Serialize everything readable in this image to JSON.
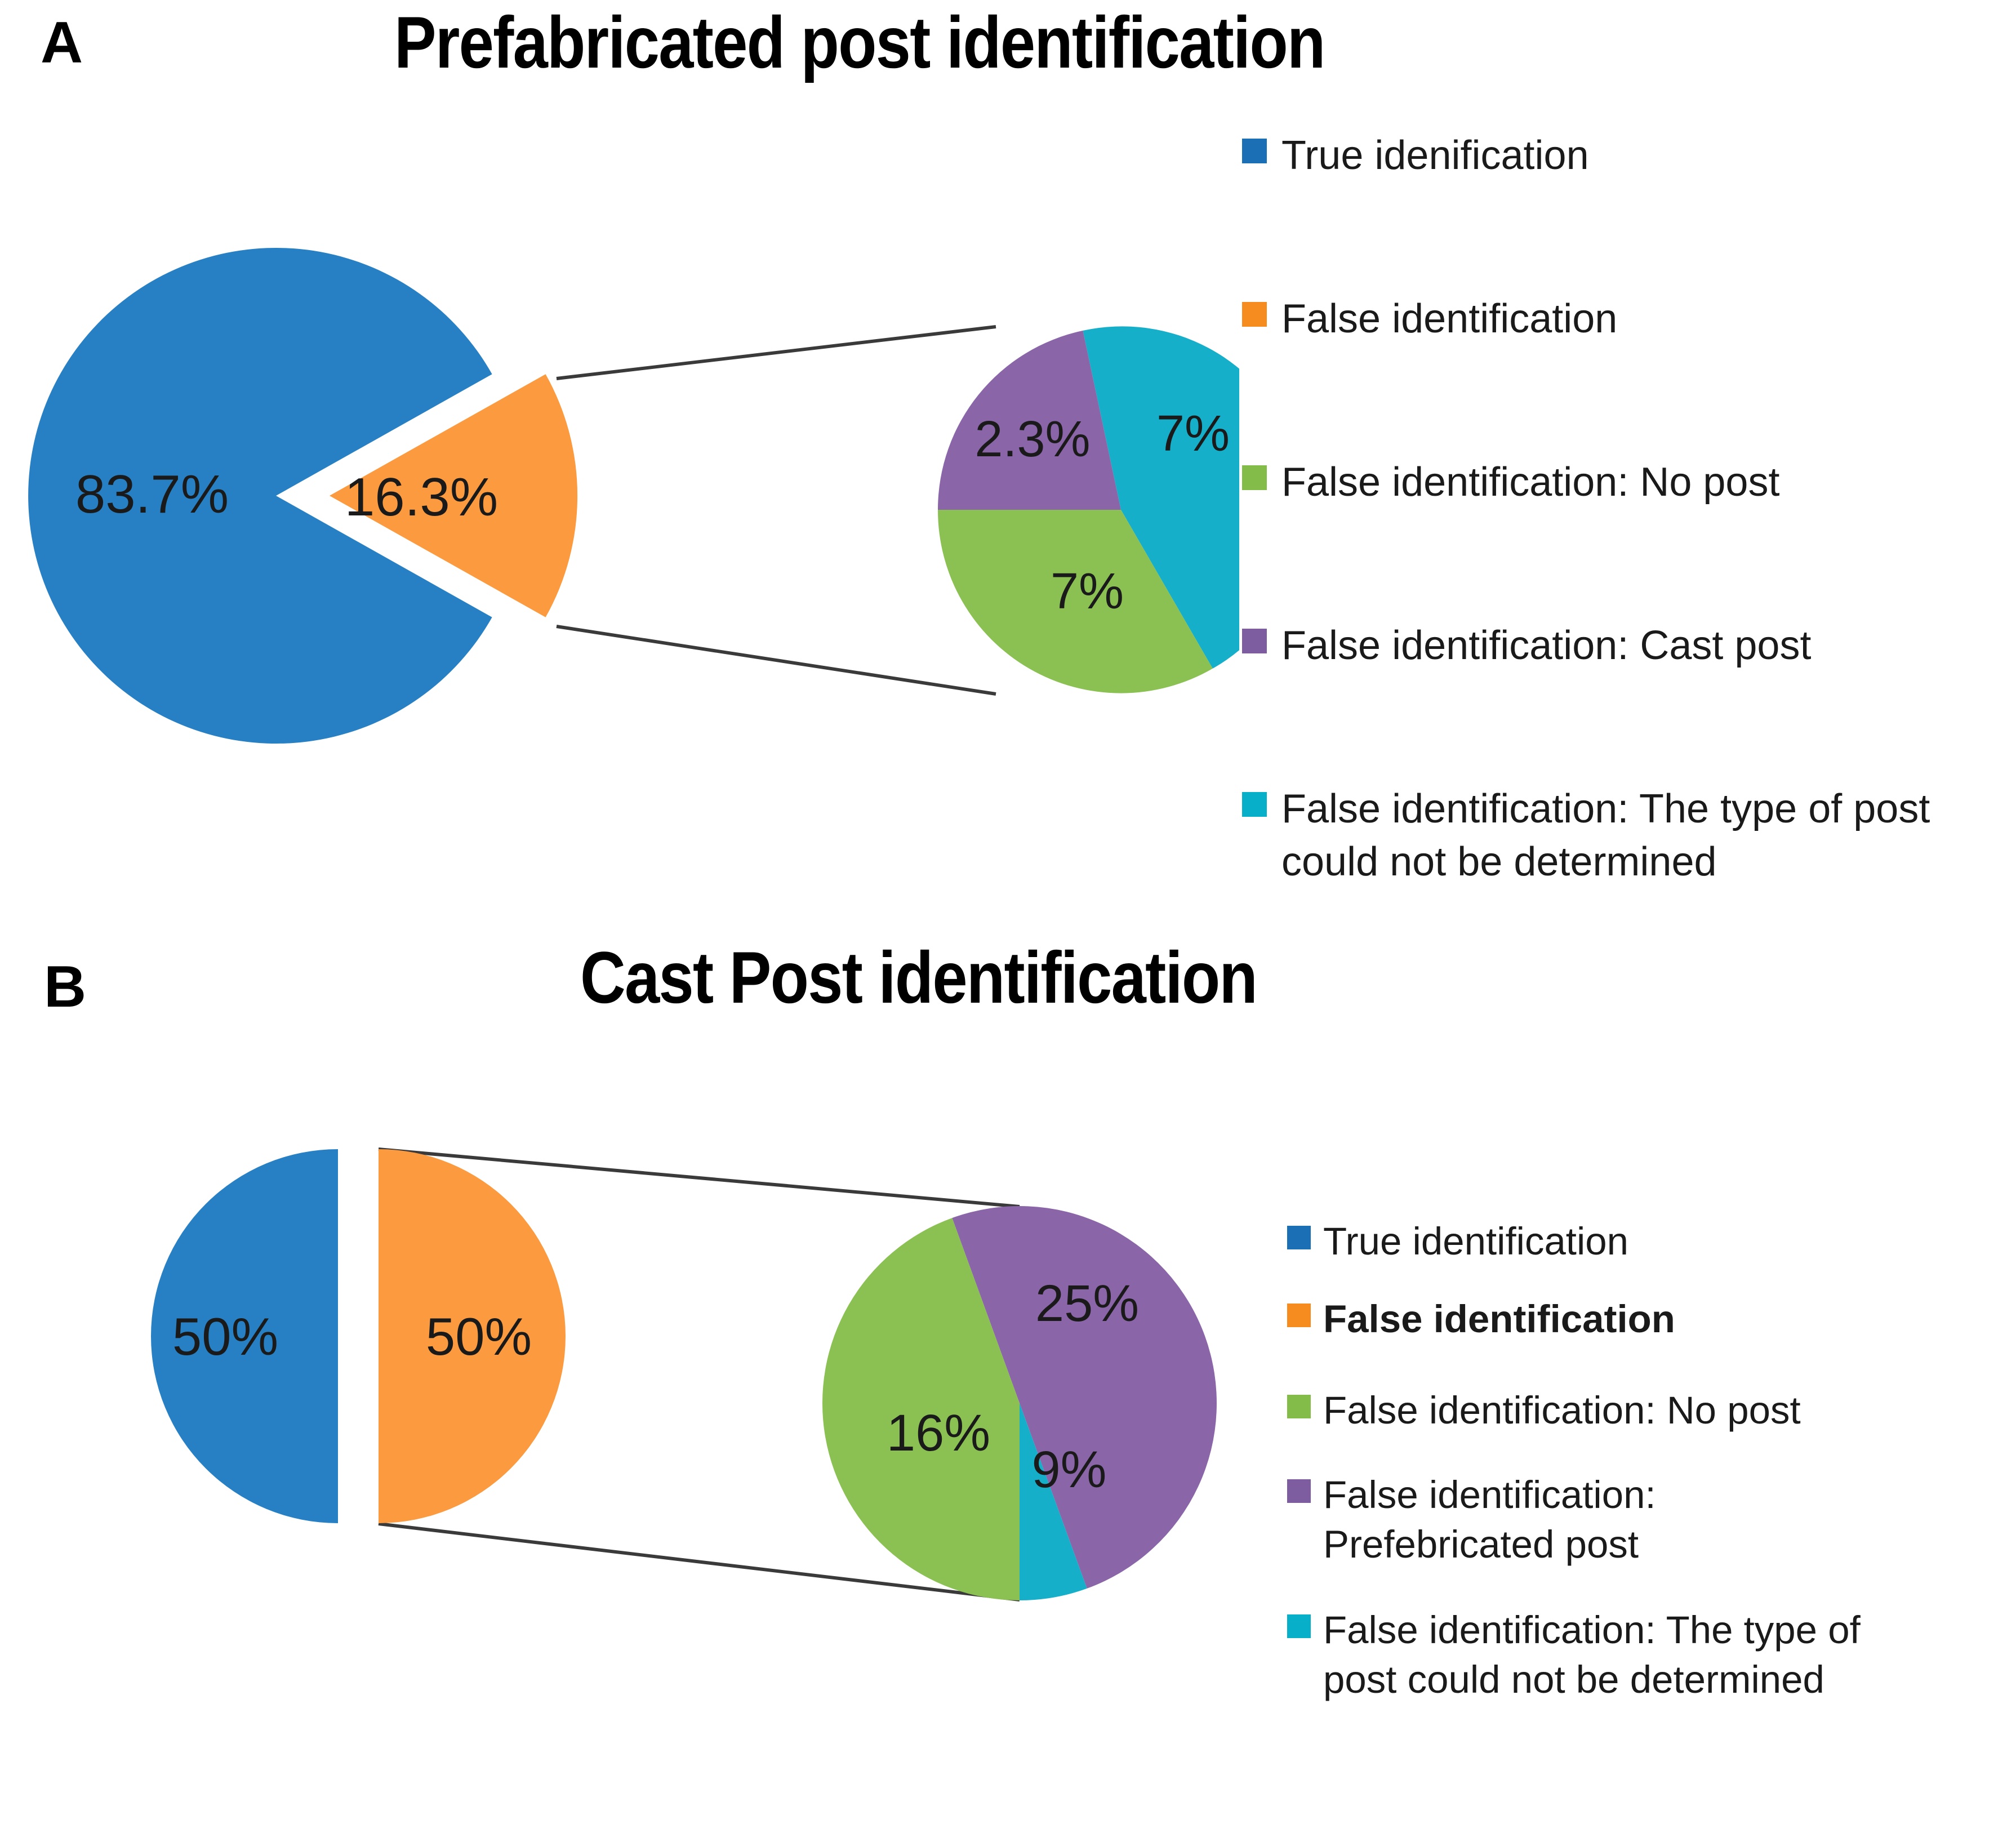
{
  "figure": {
    "background": "#ffffff",
    "palette": {
      "blue": "#2780C4",
      "orange": "#FB9A3E",
      "green": "#8BC053",
      "purple": "#8A66A8",
      "cyan": "#16AFC9",
      "leader_line": "#3a3a3a",
      "label_text": "#1a1a1a"
    }
  },
  "panels": [
    {
      "letter": "A",
      "title": "Prefabricated post identification",
      "legend": [
        {
          "label": "True idenification",
          "color": "#1B6FB5"
        },
        {
          "label": "False identification",
          "color": "#F68C1F"
        },
        {
          "label": "False identification: No post",
          "color": "#84BC4A"
        },
        {
          "label": "False identification: Cast post",
          "color": "#7E5CA0"
        },
        {
          "label": "False identification: The type of post\ncould not be determined",
          "color": "#07AFC9"
        }
      ]
    },
    {
      "letter": "B",
      "title": "Cast Post identification",
      "legend": [
        {
          "label": "True identification",
          "color": "#1B6FB5",
          "emphasis": false
        },
        {
          "label": "False identification",
          "color": "#F68C1F",
          "emphasis": true
        },
        {
          "label": "False identification: No post",
          "color": "#84BC4A",
          "emphasis": false
        },
        {
          "label": "False identification:\nPrefebricated post",
          "color": "#7E5CA0",
          "emphasis": false
        },
        {
          "label": "False identification: The type of\npost could not be determined",
          "color": "#07AFC9",
          "emphasis": false
        }
      ]
    }
  ],
  "chart_data": [
    {
      "id": "panel-a-main",
      "type": "pie",
      "title": "Prefabricated post identification",
      "panel": "A",
      "role": "main",
      "exploded_slice": "False identification",
      "categories": [
        "True idenification",
        "False identification"
      ],
      "values": [
        83.7,
        16.3
      ],
      "labels": [
        "83.7%",
        "16.3%"
      ],
      "colors": [
        "#2780C4",
        "#FB9A3E"
      ]
    },
    {
      "id": "panel-a-breakout",
      "type": "pie",
      "title": "Breakdown of False identification",
      "panel": "A",
      "role": "breakout",
      "categories": [
        "False identification: The type of post could not be determined",
        "False identification: No post",
        "False identification: Cast post"
      ],
      "values": [
        7,
        7,
        2.3
      ],
      "labels": [
        "7%",
        "7%",
        "2.3%"
      ],
      "colors": [
        "#16AFC9",
        "#8BC053",
        "#8A66A8"
      ]
    },
    {
      "id": "panel-b-main",
      "type": "pie",
      "title": "Cast Post identification",
      "panel": "B",
      "role": "main",
      "exploded_slice": "False identification",
      "categories": [
        "True identification",
        "False identification"
      ],
      "values": [
        50,
        50
      ],
      "labels": [
        "50%",
        "50%"
      ],
      "colors": [
        "#2780C4",
        "#FB9A3E"
      ]
    },
    {
      "id": "panel-b-breakout",
      "type": "pie",
      "title": "Breakdown of False identification",
      "panel": "B",
      "role": "breakout",
      "categories": [
        "False identification: Prefebricated post",
        "False identification: The type of post could not be determined",
        "False identification: No post"
      ],
      "values": [
        25,
        9,
        16
      ],
      "labels": [
        "25%",
        "9%",
        "16%"
      ],
      "colors": [
        "#8A66A8",
        "#16AFC9",
        "#8BC053"
      ]
    }
  ],
  "slice_labels": {
    "a_main_blue": "83.7%",
    "a_main_orange": "16.3%",
    "a_sub_cyan": "7%",
    "a_sub_green": "7%",
    "a_sub_purple": "2.3%",
    "b_main_blue": "50%",
    "b_main_orange": "50%",
    "b_sub_purple": "25%",
    "b_sub_cyan": "9%",
    "b_sub_green": "16%"
  }
}
